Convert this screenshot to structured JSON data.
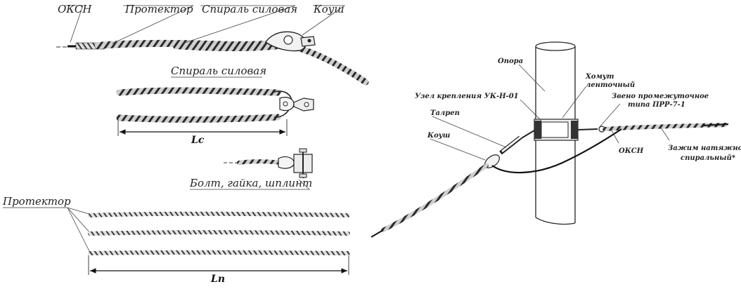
{
  "left_assembly": {
    "labels": {
      "oksn": "ОКСН",
      "protector": "Протектор",
      "spiral": "Спираль силовая",
      "thimble": "Коуш"
    }
  },
  "spiral_detail": {
    "title": "Спираль силовая",
    "dim_label": "Lc"
  },
  "hardware_detail": {
    "label": "Болт, гайка, шплинт"
  },
  "protector_detail": {
    "title": "Протектор",
    "dim_label": "Ln"
  },
  "pole_assembly": {
    "labels": {
      "support": "Опора",
      "band_clamp_1": "Хомут",
      "band_clamp_2": "ленточный",
      "node": "Узел крепления УК-Н-01",
      "link_1": "Звено промежуточное",
      "link_2": "типа ПРР-7-1",
      "turnbuckle": "Талреп",
      "thimble": "Коуш",
      "oksn": "ОКСН",
      "clamp_1": "Зажим натяжной",
      "clamp_2": "спиральный*"
    }
  }
}
